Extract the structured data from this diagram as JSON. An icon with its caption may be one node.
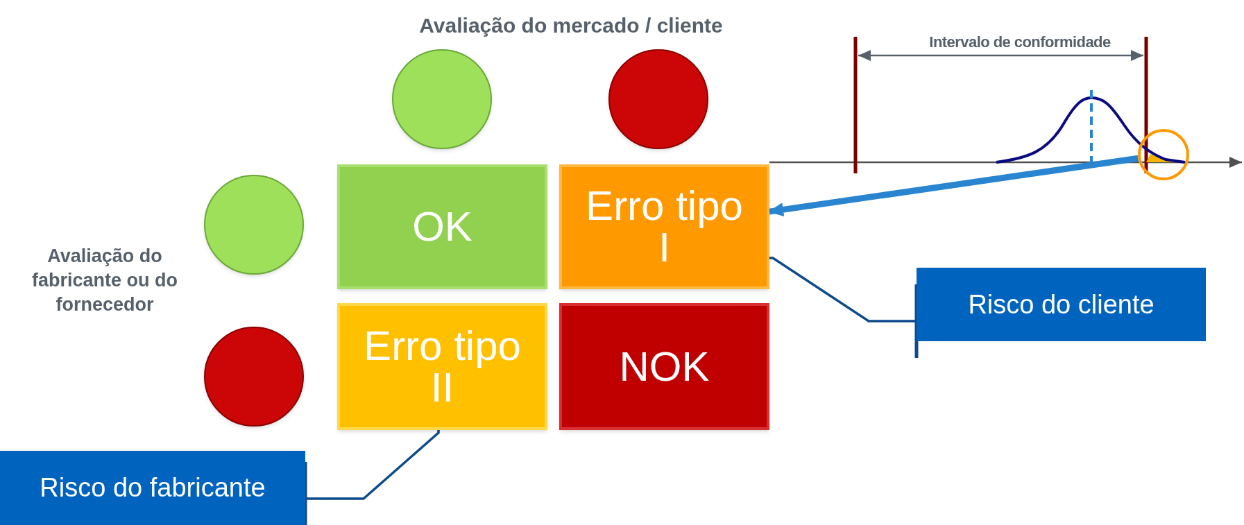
{
  "diagram": {
    "title": "Avaliação do mercado / cliente",
    "nodes": [
      {
        "text": [],
        "shape": "circle"
      },
      {
        "text": [],
        "shape": "circle"
      },
      {
        "text": [],
        "shape": "circle"
      },
      {
        "text": [],
        "shape": "circle"
      },
      {
        "text": [
          "OK"
        ]
      },
      {
        "text": [
          "Erro tipo I"
        ]
      },
      {
        "text": [
          "Erro tipo II"
        ]
      },
      {
        "text": [
          "NOK"
        ]
      },
      {
        "text": [
          "Risco do cliente"
        ]
      },
      {
        "text": [
          "Risco do fabricante"
        ]
      },
      {
        "text": [],
        "shape": "circle"
      }
    ],
    "edges": [
      {
        "from": 10,
        "to": 5,
        "arrow": "to",
        "style": "thick",
        "color": "#2a85d0"
      },
      {
        "from": 5,
        "to": 8,
        "arrow": "other"
      },
      {
        "from": 6,
        "to": 9,
        "arrow": "other"
      }
    ],
    "labels": [
      "Avaliação do fabricante ou do fornecedor",
      "Intervalo de conformidade"
    ]
  }
}
